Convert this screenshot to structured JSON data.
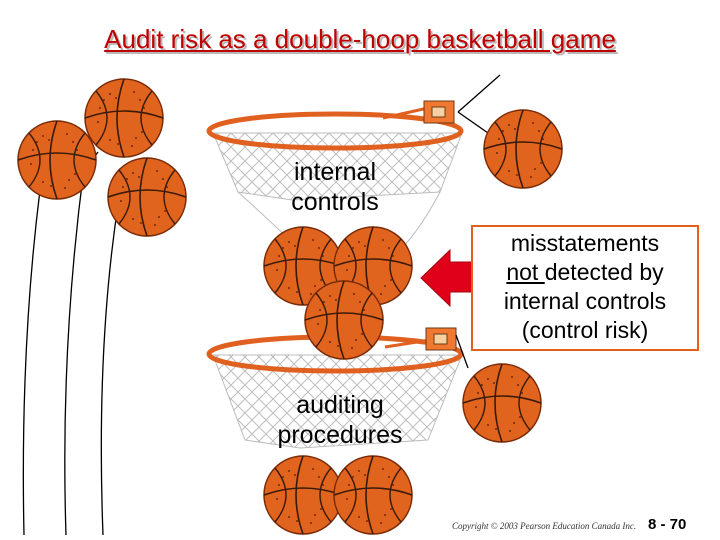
{
  "title": "Audit risk as a double-hoop basketball game",
  "hoops": {
    "top_label": "internal controls",
    "bottom_label": "auditing procedures"
  },
  "callout": {
    "underlined": "not ",
    "lines_rest": "detected by",
    "line1": "misstatements",
    "line3": "internal controls",
    "line4": "(control risk)"
  },
  "footer": {
    "copyright": "Copyright © 2003 Pearson Education Canada Inc.",
    "page_number": "8 - 70"
  },
  "colors": {
    "title": "#c00000",
    "ball": "#e0641e",
    "ball_seam": "#3a1a08",
    "rim": "#e06020",
    "arrow": "#e0001a",
    "backboard": "#f07830"
  },
  "icons": [
    "basketball-icon",
    "hoop-icon",
    "backboard-icon",
    "arrow-icon"
  ]
}
